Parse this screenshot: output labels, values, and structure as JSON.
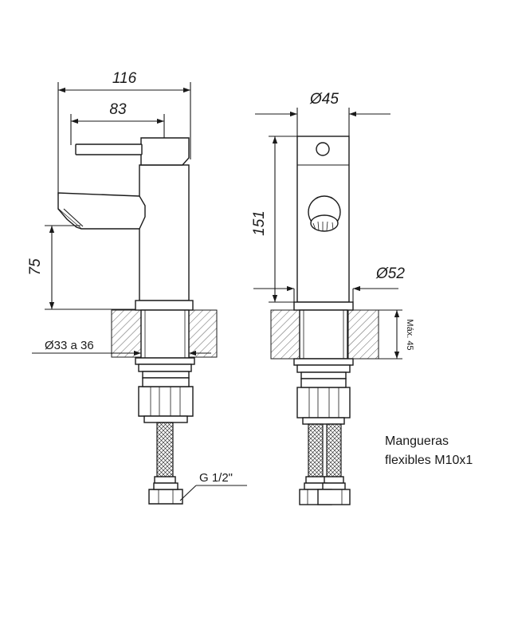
{
  "drawing": {
    "dimensions": {
      "total_width": "116",
      "handle_width": "83",
      "spout_height": "75",
      "hole_diameter": "Ø33 a 36",
      "body_diameter": "Ø45",
      "body_height": "151",
      "base_diameter": "Ø52",
      "max_thickness": "Máx. 45"
    },
    "labels": {
      "thread": "G 1/2\"",
      "hoses_line1": "Mangueras",
      "hoses_line2": "flexibles M10x1"
    }
  }
}
